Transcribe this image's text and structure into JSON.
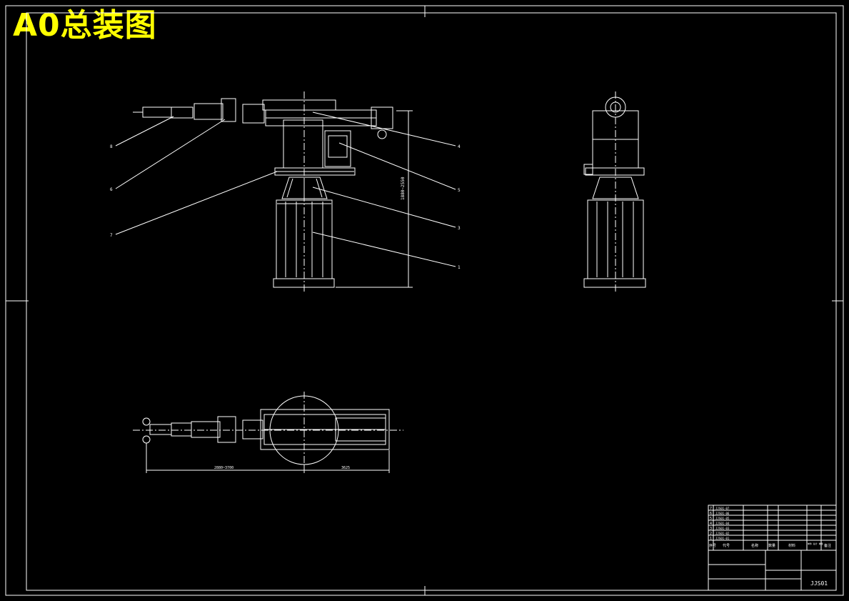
{
  "drawing": {
    "title": "A0总装图",
    "colors": {
      "background": "#000000",
      "lines": "#ffffff",
      "title": "#ffff00"
    }
  },
  "callouts": {
    "left": [
      "8",
      "6",
      "7"
    ],
    "right": [
      "4",
      "5",
      "3",
      "1"
    ]
  },
  "dimensions": {
    "height": "1880~2550",
    "reach": "2880~3700",
    "tail": "3625"
  },
  "title_block": {
    "drawing_number": "JJS01",
    "parts": [
      {
        "no": "7",
        "code": "JJS01-07"
      },
      {
        "no": "6",
        "code": "JJS01-06"
      },
      {
        "no": "5",
        "code": "JJS01-05"
      },
      {
        "no": "4",
        "code": "JJS01-04"
      },
      {
        "no": "3",
        "code": "JJS01-03"
      },
      {
        "no": "2",
        "code": "JJS01-02"
      },
      {
        "no": "1",
        "code": "JJS01-01"
      }
    ],
    "header": [
      "序号",
      "代号",
      "名称",
      "数量",
      "材料",
      "单件 总计 重量",
      "备注"
    ]
  }
}
